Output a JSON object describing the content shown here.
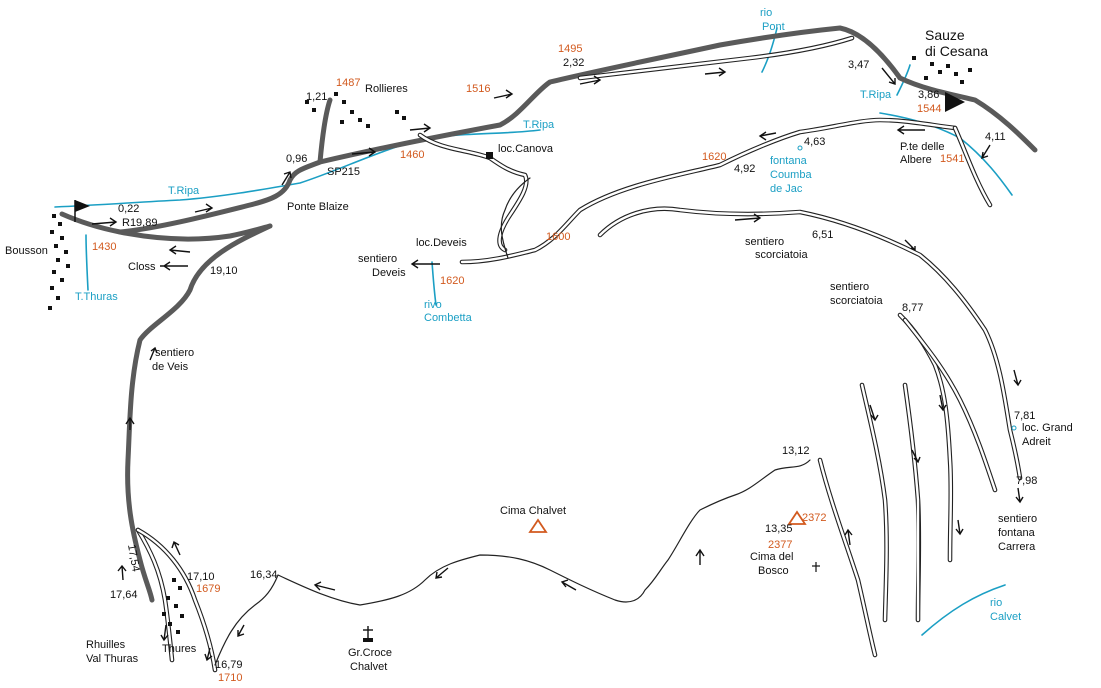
{
  "labels": {
    "sauze": "Sauze",
    "sauze2": "di Cesana",
    "rollieres": "Rollieres",
    "bousson": "Bousson",
    "closs": "Closs",
    "ponte_blaize": "Ponte Blaize",
    "sp215": "SP215",
    "loc_canova": "loc.Canova",
    "loc_deveis": "loc.Deveis",
    "sentiero_deveis_1": "sentiero",
    "sentiero_deveis_2": "Deveis",
    "sentiero_veis_1": "sentiero",
    "sentiero_veis_2": "de Veis",
    "fontana_coumba_1": "fontana",
    "fontana_coumba_2": "Coumba",
    "fontana_coumba_3": "de Jac",
    "pte_albere_1": "P.te delle",
    "pte_albere_2": "Albere",
    "sentiero_scorc_1a": "sentiero",
    "sentiero_scorc_1b": "scorciatoia",
    "sentiero_scorc_2a": "sentiero",
    "sentiero_scorc_2b": "scorciatoia",
    "loc_grand_1": "loc. Grand",
    "loc_grand_2": "Adreit",
    "sentiero_fontana_1": "sentiero",
    "sentiero_fontana_2": "fontana",
    "sentiero_fontana_3": "Carrera",
    "cima_chalvet": "Cima Chalvet",
    "cima_bosco_1": "Cima del",
    "cima_bosco_2": "Bosco",
    "gr_croce_1": "Gr.Croce",
    "gr_croce_2": "Chalvet",
    "thures": "Thures",
    "rhuilles_1": "Rhuilles",
    "rhuilles_2": "Val Thuras"
  },
  "water": {
    "t_ripa_1": "T.Ripa",
    "t_ripa_2": "T.Ripa",
    "t_ripa_3": "T.Ripa",
    "t_thuras": "T.Thuras",
    "rio_pont_1": "rio",
    "rio_pont_2": "Pont",
    "rivo_combetta_1": "rivo",
    "rivo_combetta_2": "Combetta",
    "rio_calvet_1": "rio",
    "rio_calvet_2": "Calvet"
  },
  "distances": {
    "d0_22": "0,22",
    "r19_89": "R19,89",
    "d0_96": "0,96",
    "d1_21": "1,21",
    "d2_32": "2,32",
    "d3_47": "3,47",
    "d3_86": "3,86",
    "d4_11": "4,11",
    "d4_63": "4,63",
    "d4_92": "4,92",
    "d6_51": "6,51",
    "d8_77": "8,77",
    "d7_81": "7,81",
    "d7_98": "7,98",
    "d13_12": "13,12",
    "d13_35": "13,35",
    "d16_34": "16,34",
    "d17_10": "17,10",
    "d17_54": "17,54",
    "d17_64": "17,64",
    "d16_79": "16,79",
    "d19_10": "19,10"
  },
  "altitudes": {
    "a1430": "1430",
    "a1487": "1487",
    "a1516": "1516",
    "a1495": "1495",
    "a1460": "1460",
    "a1544": "1544",
    "a1541": "1541",
    "a1620a": "1620",
    "a1620b": "1620",
    "a1600": "1600",
    "a2372": "2372",
    "a2377": "2377",
    "a1679": "1679",
    "a1710": "1710"
  },
  "colors": {
    "water": "#1b9fc4",
    "altitude": "#d25a1f",
    "road": "#5a5a5a"
  }
}
